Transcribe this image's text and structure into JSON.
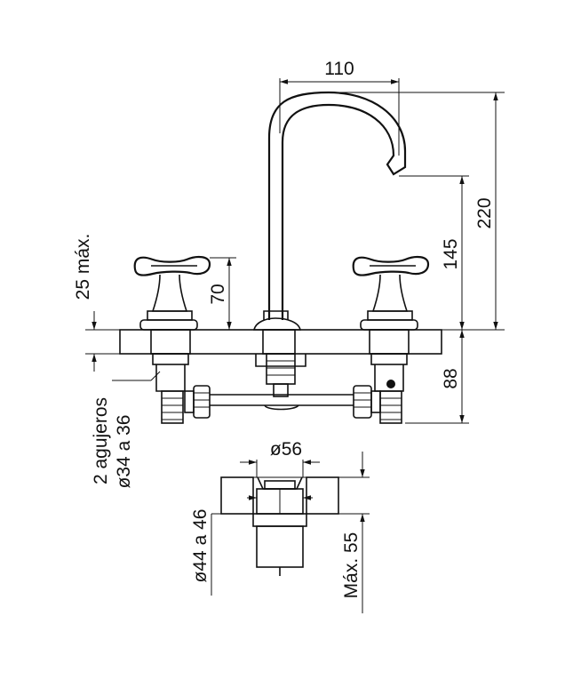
{
  "dimensions": {
    "spout_reach": "110",
    "total_height": "220",
    "spout_height": "145",
    "handle_height": "70",
    "max_deck_thickness": "25 máx.",
    "below_deck": "88",
    "holes_label": "2 agujeros",
    "holes_diameter": "ø34 a 36",
    "base_diameter": "ø56",
    "hole_range": "ø44 a 46",
    "max_depth": "Máx. 55"
  },
  "colors": {
    "line": "#111111",
    "background": "#ffffff"
  }
}
